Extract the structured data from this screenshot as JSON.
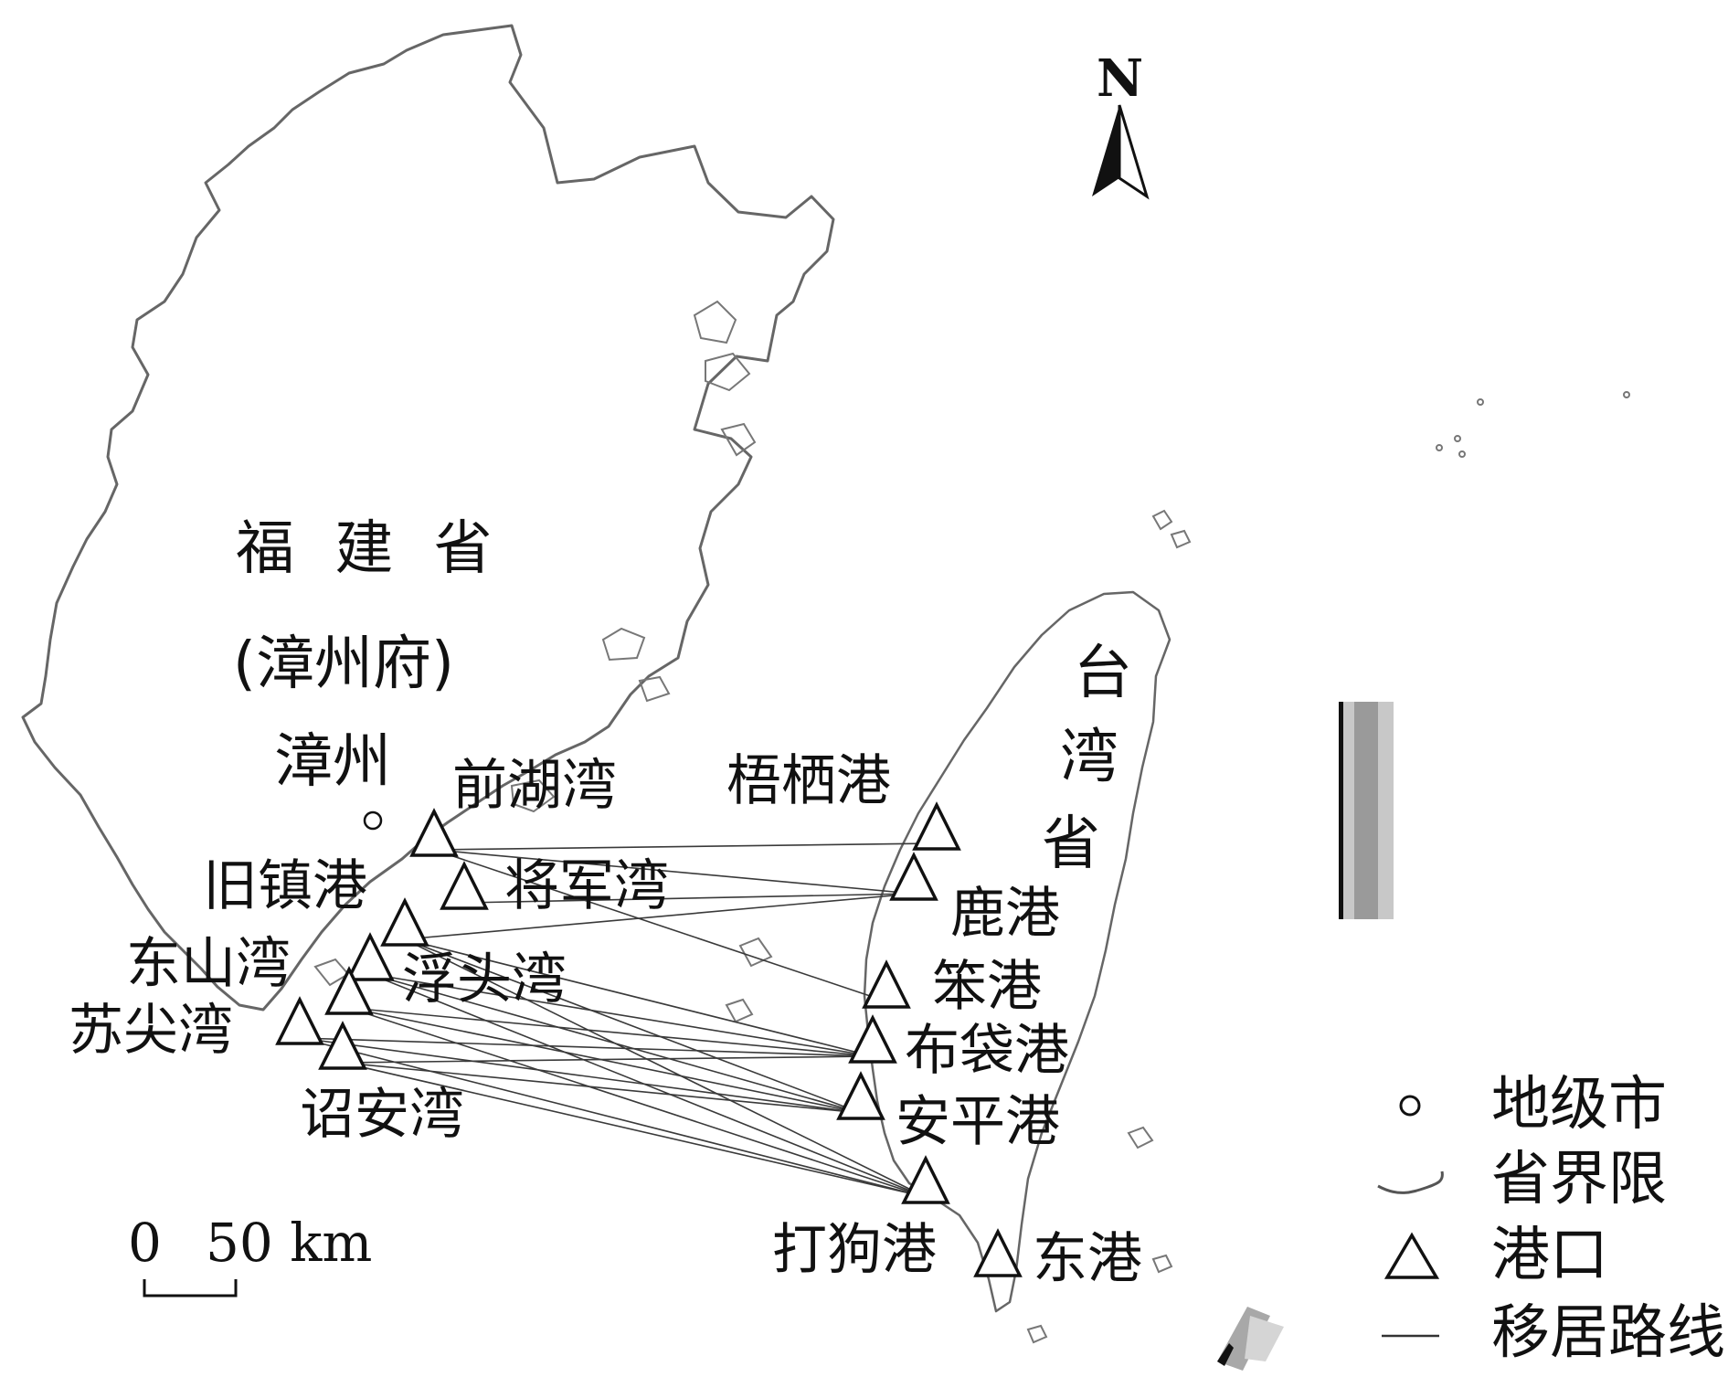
{
  "regions": {
    "fujian": "福 建 省",
    "zhangzhou_fu": "(漳州府)",
    "taiwan": [
      "台",
      "湾",
      "省"
    ]
  },
  "city": {
    "label": "漳州"
  },
  "ports": [
    {
      "id": "qianhu",
      "label": "前湖湾"
    },
    {
      "id": "jiangjun",
      "label": "将军湾"
    },
    {
      "id": "jiuzhen",
      "label": "旧镇港"
    },
    {
      "id": "dongshan",
      "label": "东山湾"
    },
    {
      "id": "futou",
      "label": "浮头湾"
    },
    {
      "id": "sujian",
      "label": "苏尖湾"
    },
    {
      "id": "zhaoan",
      "label": "诏安湾"
    },
    {
      "id": "wuqi",
      "label": "梧栖港"
    },
    {
      "id": "lugang",
      "label": "鹿港"
    },
    {
      "id": "bengang",
      "label": "笨港"
    },
    {
      "id": "budai",
      "label": "布袋港"
    },
    {
      "id": "anping",
      "label": "安平港"
    },
    {
      "id": "dagou",
      "label": "打狗港"
    },
    {
      "id": "donggang",
      "label": "东港"
    }
  ],
  "routes": [
    [
      "qianhu",
      "wuqi"
    ],
    [
      "qianhu",
      "lugang"
    ],
    [
      "qianhu",
      "bengang"
    ],
    [
      "jiangjun",
      "lugang"
    ],
    [
      "jiuzhen",
      "lugang"
    ],
    [
      "jiuzhen",
      "budai"
    ],
    [
      "jiuzhen",
      "anping"
    ],
    [
      "jiuzhen",
      "dagou"
    ],
    [
      "dongshan",
      "budai"
    ],
    [
      "dongshan",
      "anping"
    ],
    [
      "dongshan",
      "dagou"
    ],
    [
      "futou",
      "budai"
    ],
    [
      "futou",
      "anping"
    ],
    [
      "futou",
      "dagou"
    ],
    [
      "sujian",
      "budai"
    ],
    [
      "sujian",
      "anping"
    ],
    [
      "sujian",
      "dagou"
    ],
    [
      "zhaoan",
      "budai"
    ],
    [
      "zhaoan",
      "anping"
    ],
    [
      "zhaoan",
      "dagou"
    ]
  ],
  "north_arrow": {
    "label": "N"
  },
  "scale_bar": {
    "zero": "0",
    "value": "50 km"
  },
  "legend": {
    "items": [
      {
        "icon": "circle-icon",
        "label": "地级市"
      },
      {
        "icon": "boundary-line-icon",
        "label": "省界限"
      },
      {
        "icon": "triangle-icon",
        "label": "港口"
      },
      {
        "icon": "route-line-icon",
        "label": "移居路线"
      }
    ]
  }
}
